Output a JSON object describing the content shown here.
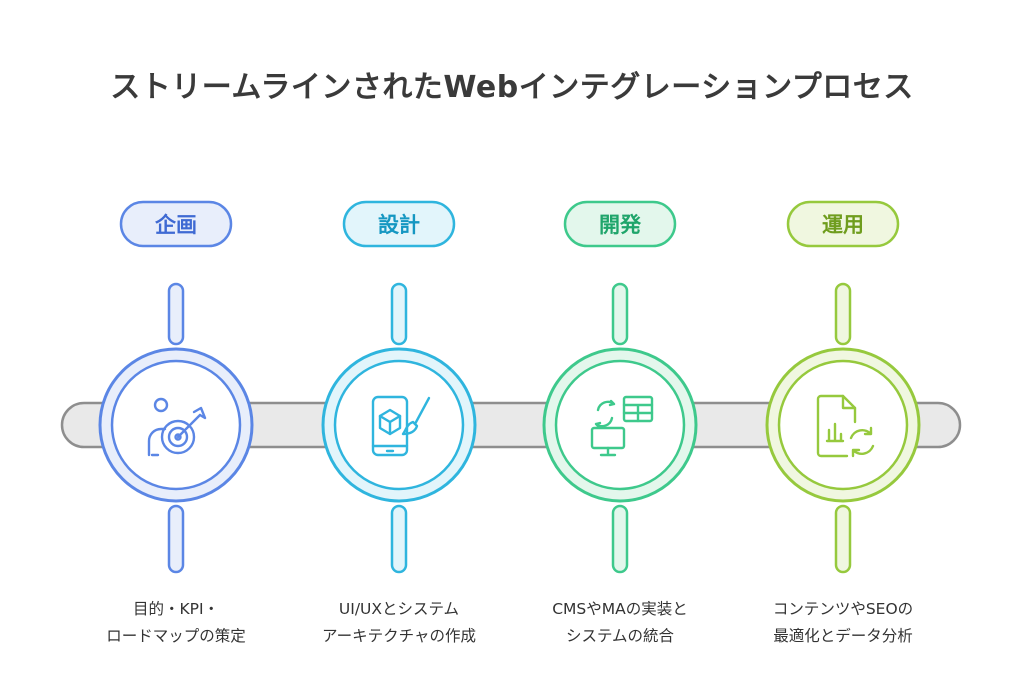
{
  "title": "ストリームラインされたWebインテグレーションプロセス",
  "stages": [
    {
      "label": "企画",
      "desc1": "目的・KPI・",
      "desc2": "ロードマップの策定",
      "icon": "person-target-icon",
      "color": "#5b86e5",
      "fill": "#e8eefb"
    },
    {
      "label": "設計",
      "desc1": "UI/UXとシステム",
      "desc2": "アーキテクチャの作成",
      "icon": "phone-cube-brush-icon",
      "color": "#2fb5de",
      "fill": "#e2f5fb"
    },
    {
      "label": "開発",
      "desc1": "CMSやMAの実装と",
      "desc2": "システムの統合",
      "icon": "sync-table-monitor-icon",
      "color": "#3ec98c",
      "fill": "#e3f7ec"
    },
    {
      "label": "運用",
      "desc1": "コンテンツやSEOの",
      "desc2": "最適化とデータ分析",
      "icon": "document-chart-refresh-icon",
      "color": "#96c93d",
      "fill": "#f0f7e0"
    }
  ]
}
